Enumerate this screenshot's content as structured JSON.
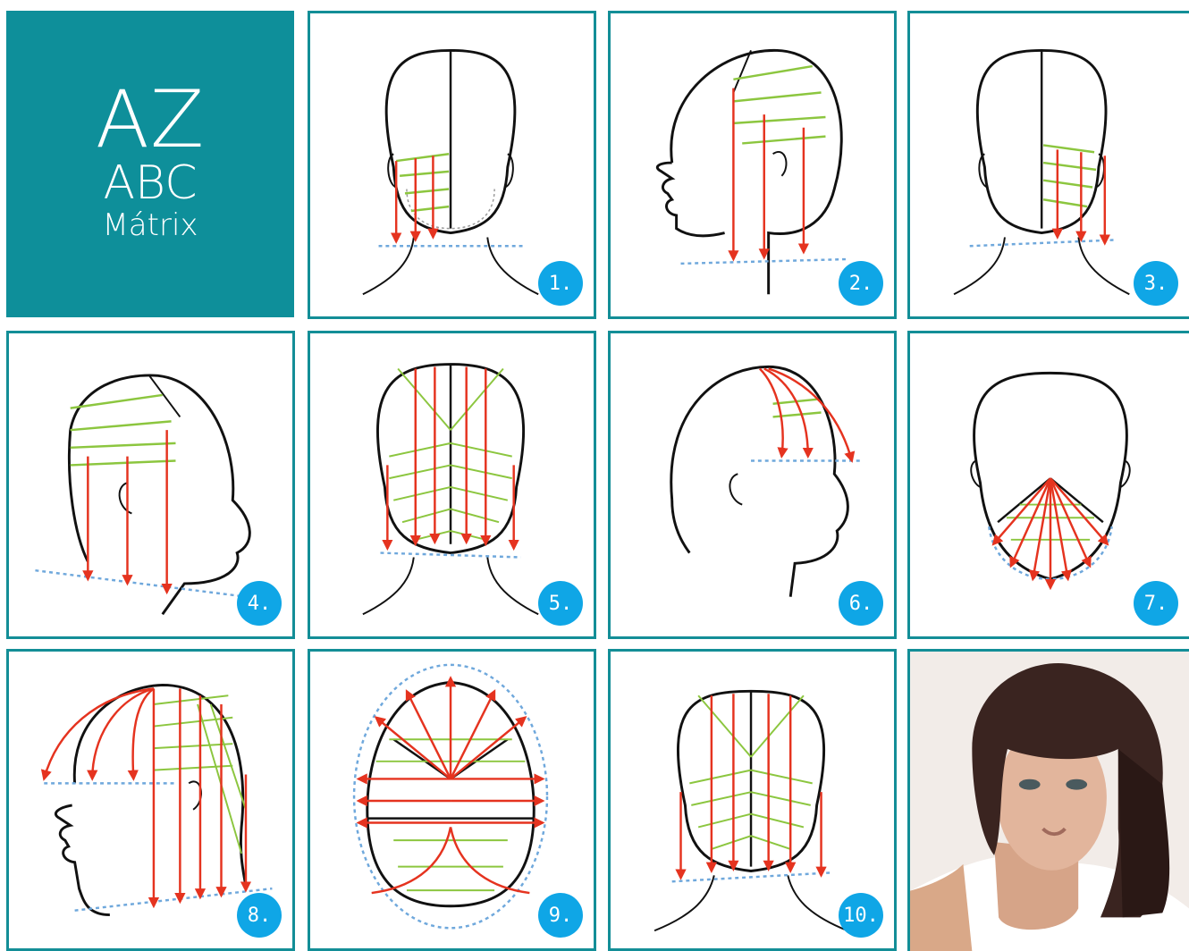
{
  "title": {
    "line1": "AZ",
    "line2": "ABC",
    "line3": "Mátrix"
  },
  "colors": {
    "teal": "#0e8f9a",
    "badge": "#0fa6e6",
    "arrow": "#e5331f",
    "section_line": "#8cc63f",
    "guide": "#6fa8dc"
  },
  "panels": [
    {
      "label": "1.",
      "view": "back"
    },
    {
      "label": "2.",
      "view": "profile-left"
    },
    {
      "label": "3.",
      "view": "back"
    },
    {
      "label": "4.",
      "view": "profile-right"
    },
    {
      "label": "5.",
      "view": "back"
    },
    {
      "label": "6.",
      "view": "profile-right"
    },
    {
      "label": "7.",
      "view": "top-back"
    },
    {
      "label": "8.",
      "view": "profile-left"
    },
    {
      "label": "9.",
      "view": "top"
    },
    {
      "label": "10.",
      "view": "back"
    }
  ]
}
